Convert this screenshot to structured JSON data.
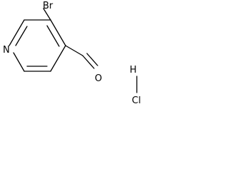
{
  "molecule": {
    "atoms": {
      "bromine": "Br",
      "nitrogen": "N",
      "oxygen": "O",
      "hydrogen": "H",
      "chlorine": "Cl"
    }
  },
  "colors": {
    "bond": "#000000",
    "text": "#000000",
    "background": "#ffffff"
  }
}
